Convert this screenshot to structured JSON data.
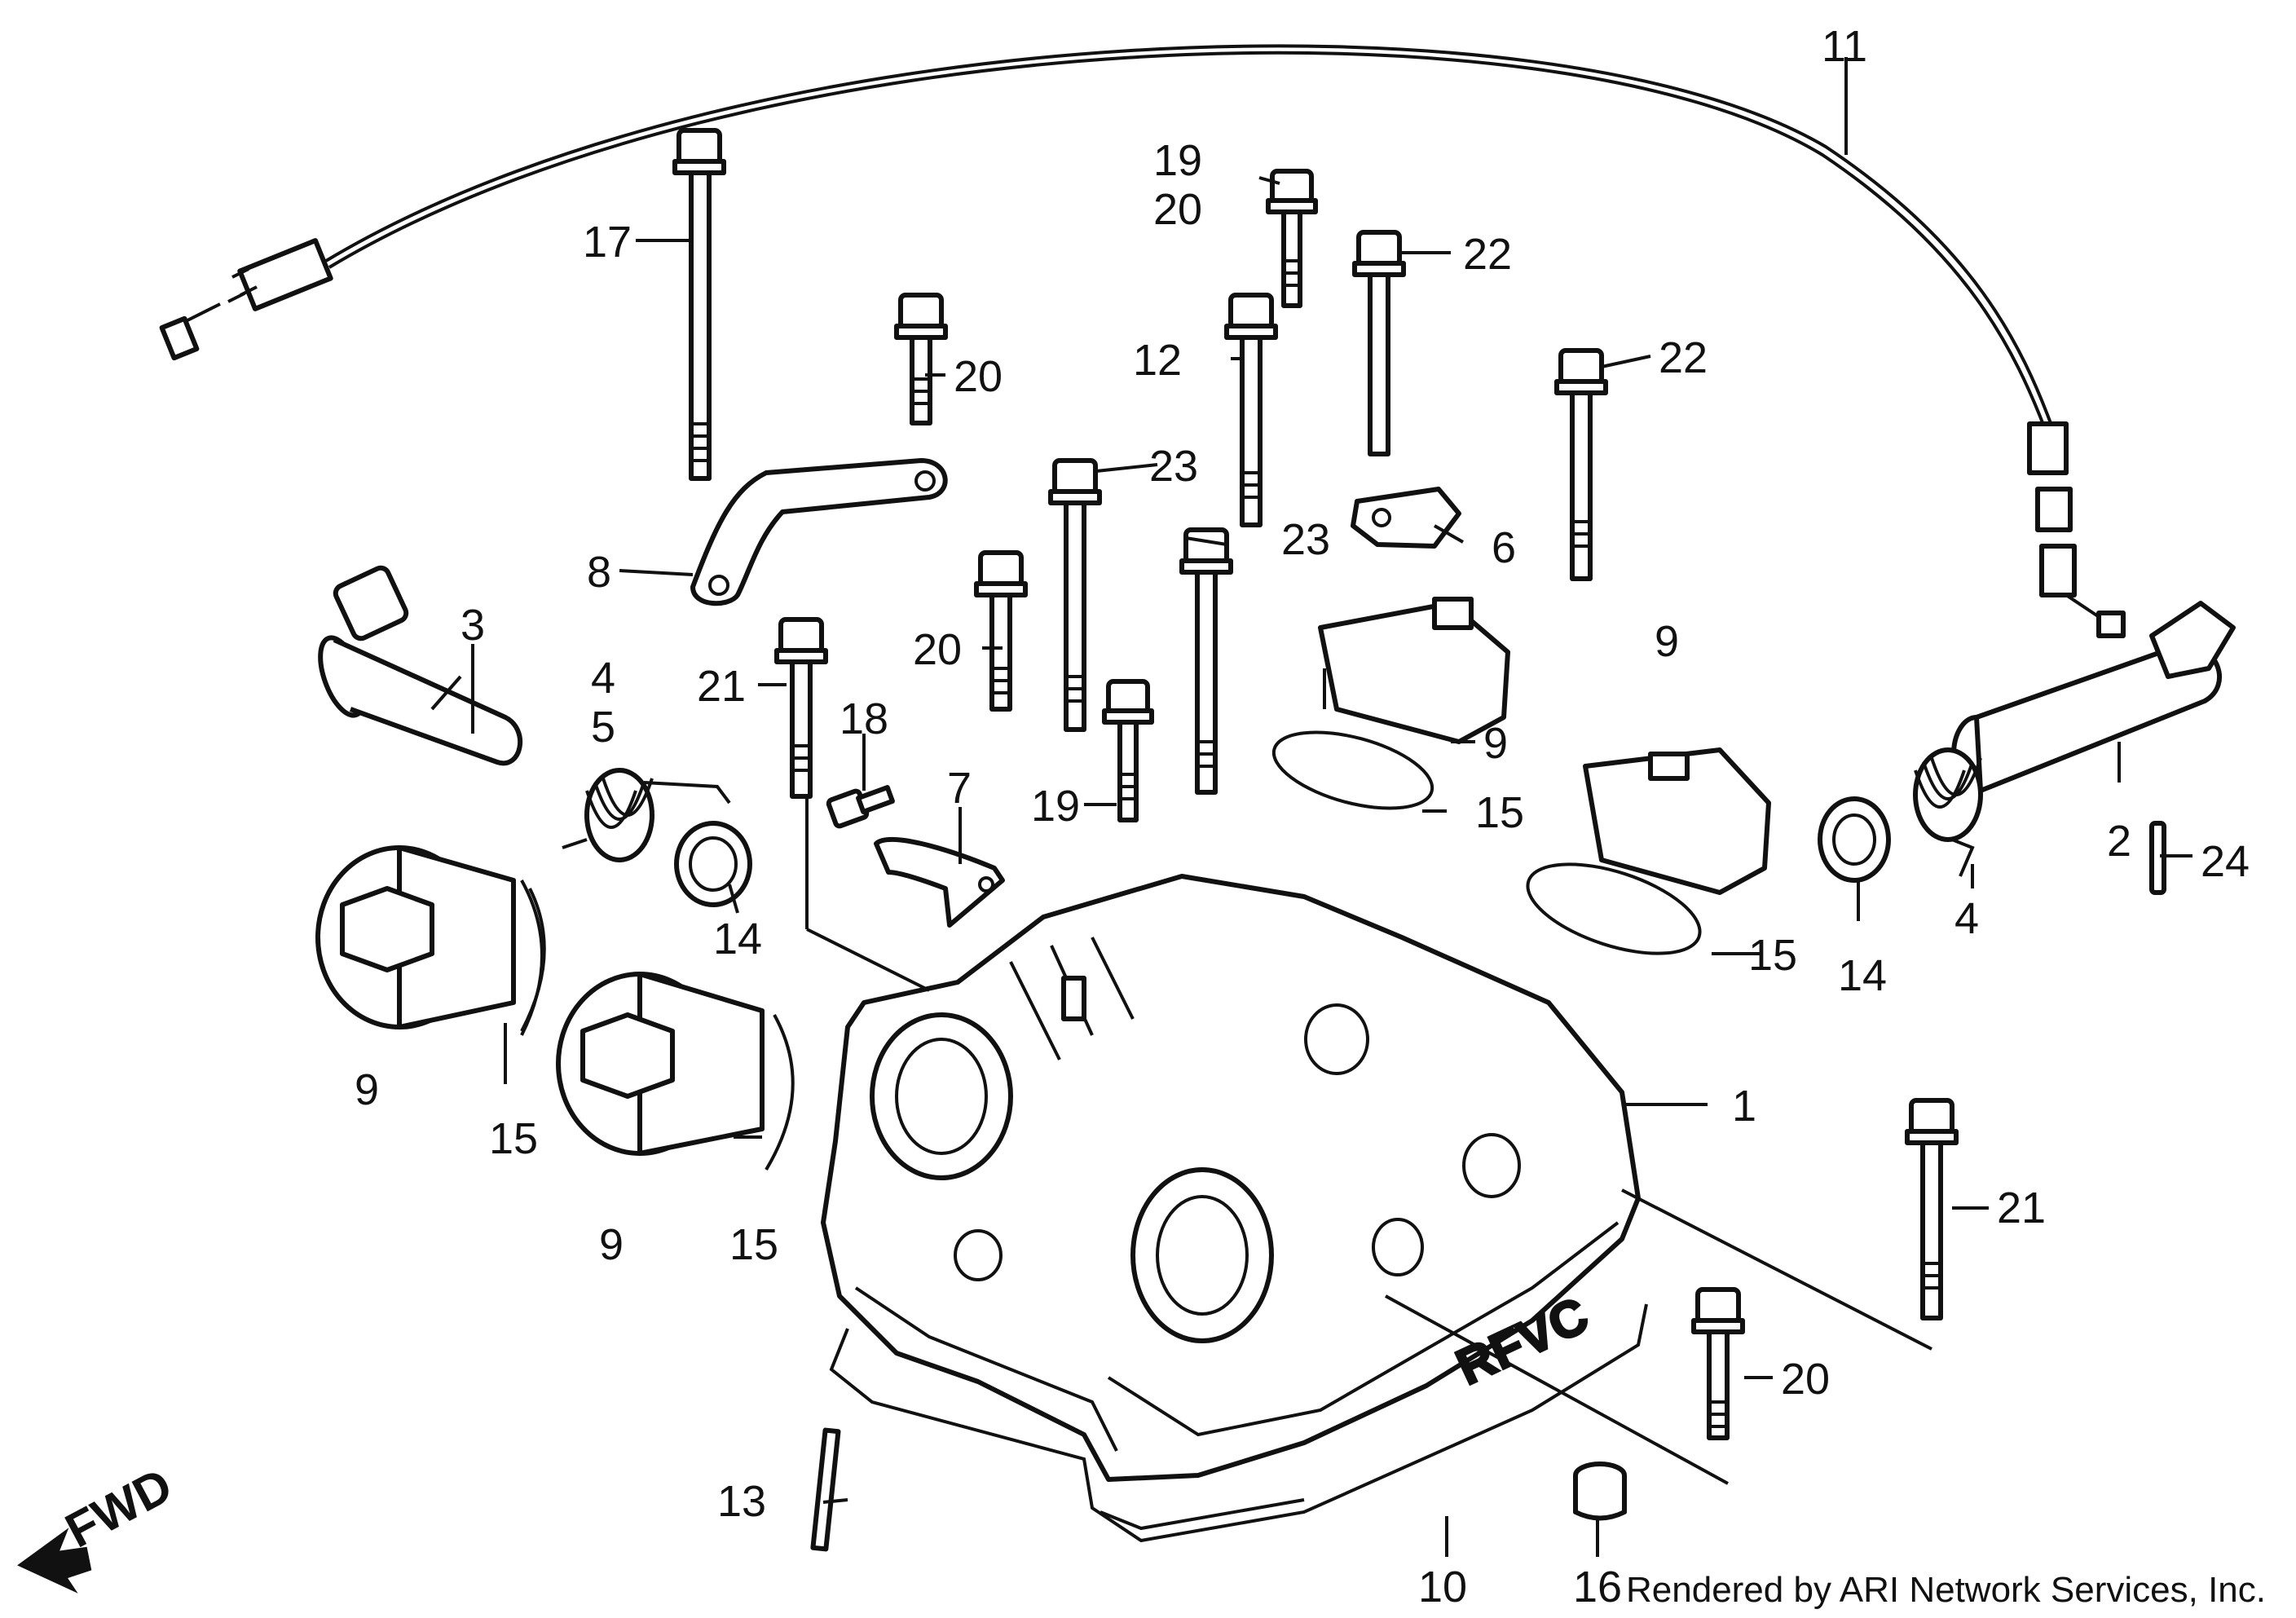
{
  "diagram": {
    "callouts": [
      {
        "id": "c1",
        "text": "1"
      },
      {
        "id": "c2",
        "text": "2"
      },
      {
        "id": "c3",
        "text": "3"
      },
      {
        "id": "c4a",
        "text": "4"
      },
      {
        "id": "c5",
        "text": "5"
      },
      {
        "id": "c4b",
        "text": "4"
      },
      {
        "id": "c6",
        "text": "6"
      },
      {
        "id": "c7",
        "text": "7"
      },
      {
        "id": "c8",
        "text": "8"
      },
      {
        "id": "c9a",
        "text": "9"
      },
      {
        "id": "c9b",
        "text": "9"
      },
      {
        "id": "c9c",
        "text": "9"
      },
      {
        "id": "c9d",
        "text": "9"
      },
      {
        "id": "c10",
        "text": "10"
      },
      {
        "id": "c11",
        "text": "11"
      },
      {
        "id": "c12",
        "text": "12"
      },
      {
        "id": "c13",
        "text": "13"
      },
      {
        "id": "c14a",
        "text": "14"
      },
      {
        "id": "c14b",
        "text": "14"
      },
      {
        "id": "c15a",
        "text": "15"
      },
      {
        "id": "c15b",
        "text": "15"
      },
      {
        "id": "c15c",
        "text": "15"
      },
      {
        "id": "c15d",
        "text": "15"
      },
      {
        "id": "c16",
        "text": "16"
      },
      {
        "id": "c17",
        "text": "17"
      },
      {
        "id": "c18",
        "text": "18"
      },
      {
        "id": "c19a",
        "text": "19"
      },
      {
        "id": "c19b",
        "text": "19"
      },
      {
        "id": "c20a",
        "text": "20"
      },
      {
        "id": "c20b",
        "text": "20"
      },
      {
        "id": "c20c",
        "text": "20"
      },
      {
        "id": "c20d",
        "text": "20"
      },
      {
        "id": "c21a",
        "text": "21"
      },
      {
        "id": "c21b",
        "text": "21"
      },
      {
        "id": "c22a",
        "text": "22"
      },
      {
        "id": "c22b",
        "text": "22"
      },
      {
        "id": "c23a",
        "text": "23"
      },
      {
        "id": "c23b",
        "text": "23"
      },
      {
        "id": "c24",
        "text": "24"
      }
    ],
    "direction_label": "FWD",
    "credit": "Rendered by ARI Network Services, Inc."
  }
}
